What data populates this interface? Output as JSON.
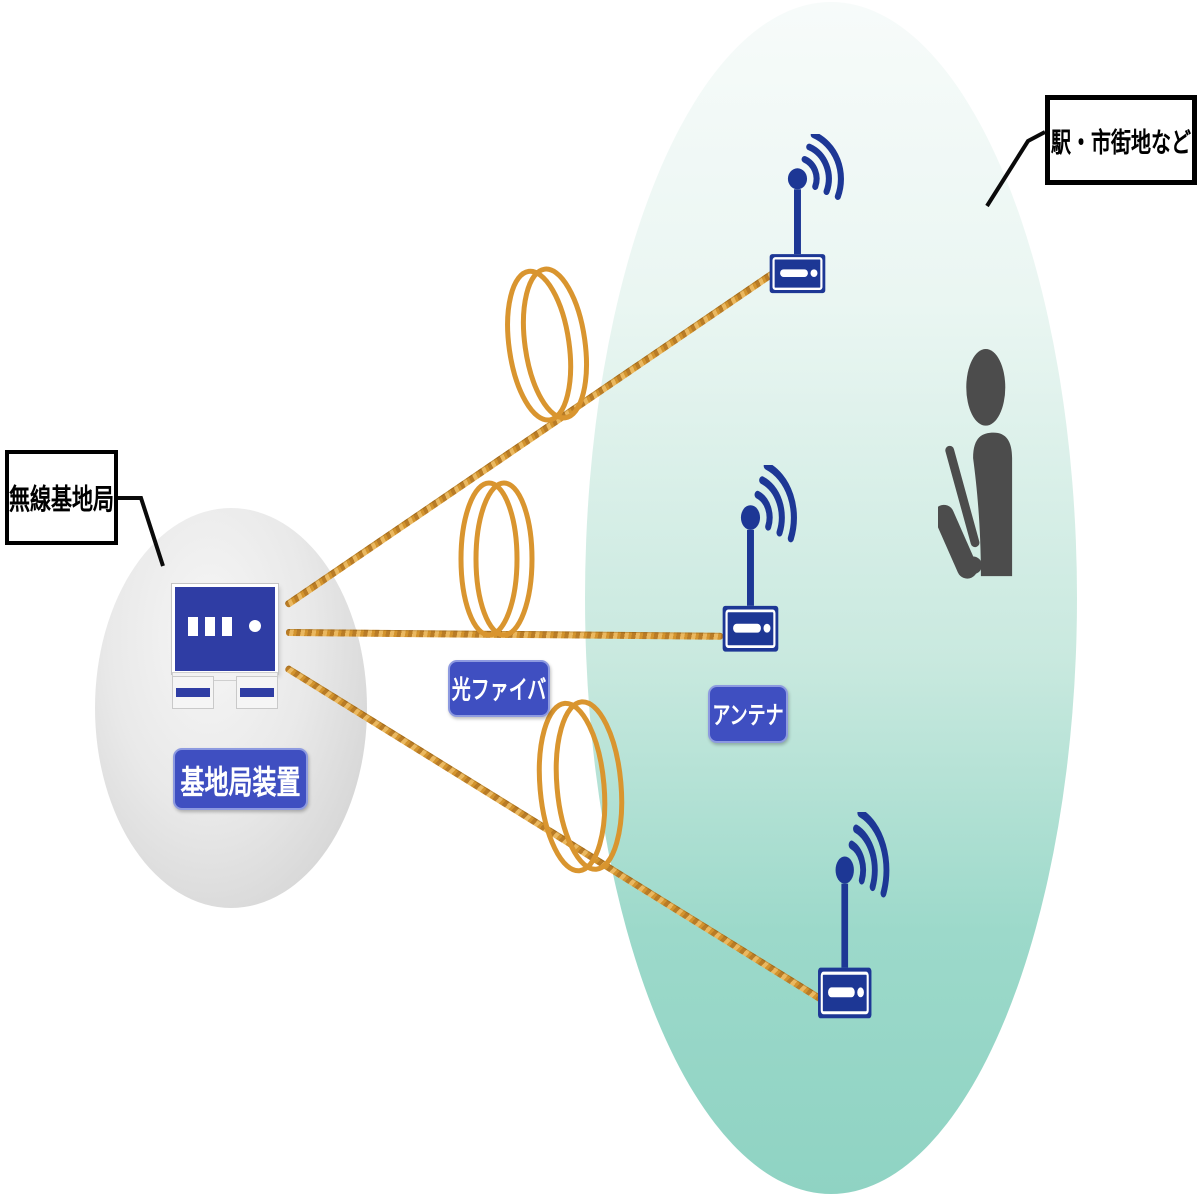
{
  "callouts": {
    "wireless_base_station": "無線基地局",
    "station_urban_area": "駅・市街地など"
  },
  "labels": {
    "base_station_equipment": "基地局装置",
    "optical_fiber": "光ファイバ",
    "antenna": "アンテナ"
  },
  "diagram": {
    "antenna_count": 3,
    "fiber_line_count": 3,
    "fiber_coil_count": 3
  },
  "icons": {
    "antenna": "antenna-icon",
    "person": "person-holding-phone-icon",
    "fiber_coil": "fiber-coil-icon",
    "base_station_device": "base-station-device-icon"
  },
  "colors": {
    "background": "#ffffff",
    "area_ellipse_top": "#f7fbfa",
    "area_ellipse_bottom": "#8fd3c3",
    "station_ellipse_gray": "#dedede",
    "device_blue": "#2f3da4",
    "label_pill_blue": "#3f4fc1",
    "antenna_navy": "#1d3795",
    "fiber_orange": "#d9952f",
    "person_gray": "#4c4c4c",
    "callout_border": "#000000"
  }
}
